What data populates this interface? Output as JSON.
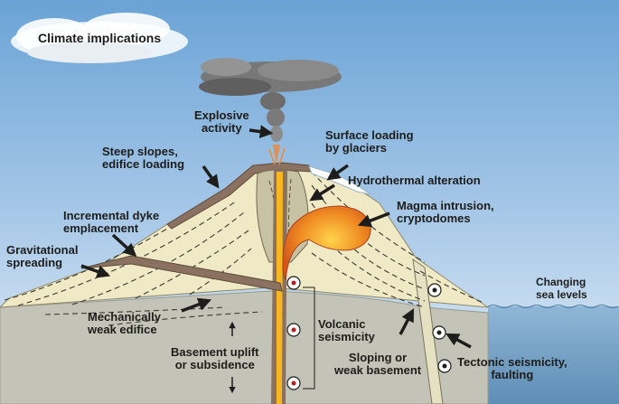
{
  "labels": {
    "climate": "Climate implications",
    "explosive": "Explosive\nactivity",
    "surface_loading": "Surface loading\nby glaciers",
    "steep_slopes": "Steep slopes,\nedifice loading",
    "hydrothermal": "Hydrothermal alteration",
    "magma": "Magma intrusion,\ncryptodomes",
    "dyke": "Incremental dyke\nemplacement",
    "gravitational": "Gravitational\nspreading",
    "sea_levels": "Changing\nsea levels",
    "weak_edifice": "Mechanically\nweak edifice",
    "volcanic_seismicity": "Volcanic\nseismicity",
    "basement": "Basement uplift\nor subsidence",
    "sloping": "Sloping or\nweak basement",
    "tectonic": "Tectonic seismicity,\nfaulting"
  },
  "colors": {
    "sky_top": "#6aa3d6",
    "sky_bottom": "#e3eef7",
    "edifice": "#efe9c6",
    "basement": "#c3c4b7",
    "conduit_brown": "#8b7260",
    "alteration": "#c8c2a4",
    "magma": "#e6761f",
    "conduit_core": "#f6b81d",
    "sea": "#6e9cc1",
    "glacier": "#ffffff",
    "plume": "#707070",
    "text": "#1d1d1b"
  },
  "icons": {
    "seismic_marker": "seismic-marker-icon",
    "arrow": "pointer-arrow-icon"
  }
}
